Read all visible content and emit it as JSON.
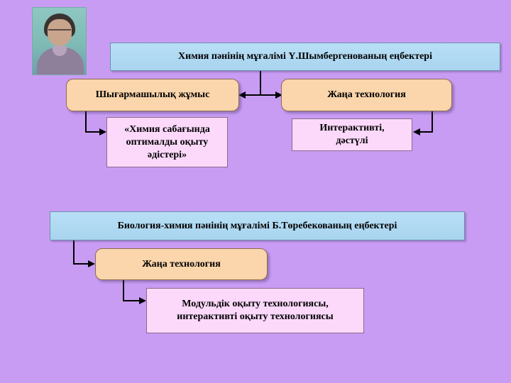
{
  "section1": {
    "title": "Химия пәнінің мұғалімі Ү.Шымбергенованың еңбектері",
    "left_box": "Шығармашылық жұмыс",
    "right_box": "Жаңа технология",
    "left_note": "«Химия сабағында\nоптималды оқыту\nәдістері»",
    "right_note": "Интерактивті,\nдәстүлі"
  },
  "section2": {
    "title": "Биология-химия пәнінің мұғалімі Б.Төребекованың еңбектері",
    "box": "Жаңа технология",
    "note": "Модульдік оқыту технологиясы,\nинтерактивті оқыту технологиясы"
  },
  "colors": {
    "background": "#c99cf4",
    "banner": "#b8dff5",
    "pill": "#fbd5ab",
    "note": "#fcd9fb",
    "connector": "#000000"
  }
}
